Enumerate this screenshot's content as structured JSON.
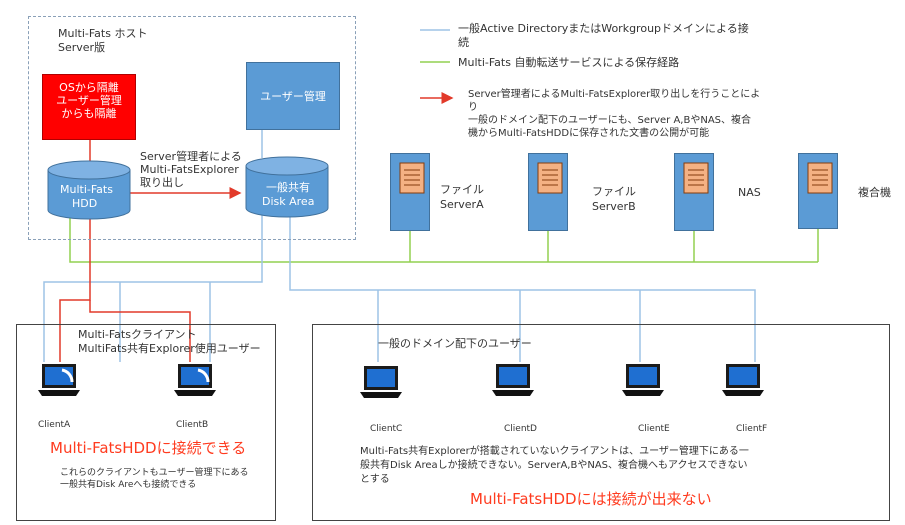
{
  "legend": {
    "line1": "一般Active DirectoryまたはWorkgroupドメインによる接",
    "line1b": "続",
    "line2": "Multi-Fats 自動転送サービスによる保存経路",
    "line3": "Server管理者によるMulti-FatsExplorer取り出しを行うことによ",
    "line3b": "り",
    "note1": "一般のドメイン配下のユーザーにも、Server A,BやNAS、複合",
    "note2": "機からMulti-FatsHDDに保存された文書の公開が可能"
  },
  "host": {
    "title1": "Multi-Fats ホスト",
    "title2": "Server版",
    "red_box": [
      "OSから隔離",
      "ユーザー管理",
      "からも隔離"
    ],
    "user_mgmt": "ユーザー管理",
    "hdd": [
      "Multi-Fats",
      "HDD"
    ],
    "arrow_label": [
      "Server管理者による",
      "Multi-FatsExplorer",
      "取り出し"
    ],
    "disk": [
      "一般共有",
      "Disk Area"
    ]
  },
  "servers": [
    {
      "label1": "ファイル",
      "label2": "ServerA"
    },
    {
      "label1": "ファイル",
      "label2": "ServerB"
    },
    {
      "label1": "NAS",
      "label2": ""
    },
    {
      "label1": "複合機",
      "label2": ""
    }
  ],
  "left_group": {
    "title1": "Multi-Fatsクライアント",
    "title2": "MultiFats共有Explorer使用ユーザー",
    "clients": [
      "ClientA",
      "ClientB"
    ],
    "connect": "Multi-FatsHDDに接続できる",
    "note1": "これらのクライアントもユーザー管理下にある",
    "note2": "一般共有Disk Areへも接続できる"
  },
  "right_group": {
    "title": "一般のドメイン配下のユーザー",
    "clients": [
      "ClientC",
      "ClientD",
      "ClientE",
      "ClientF"
    ],
    "note1": "Multi-Fats共有Explorerが搭載されていないクライアントは、ユーザー管理下にある一",
    "note2": "般共有Disk Areaしか接続できない。ServerA,BやNAS、複合機へもアクセスできない",
    "note3": "とする",
    "no_connect": "Multi-FatsHDDには接続が出来ない"
  },
  "colors": {
    "blue_line": "#9dc3e6",
    "green_line": "#92d050",
    "red_line": "#e23a2a",
    "box_blue": "#5b9bd5",
    "red_box": "#ff0000"
  }
}
